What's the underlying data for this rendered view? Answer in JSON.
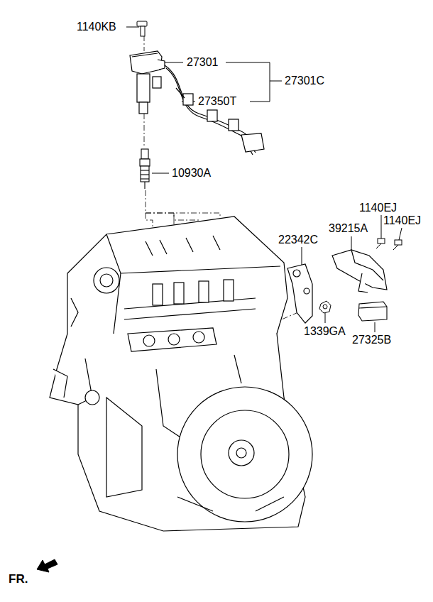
{
  "diagram": {
    "labels": [
      "1140KB",
      "27301",
      "27301C",
      "27350T",
      "10930A",
      "22342C",
      "39215A",
      "1140EJ",
      "1140EJ",
      "1339GA",
      "27325B",
      "FR."
    ]
  }
}
